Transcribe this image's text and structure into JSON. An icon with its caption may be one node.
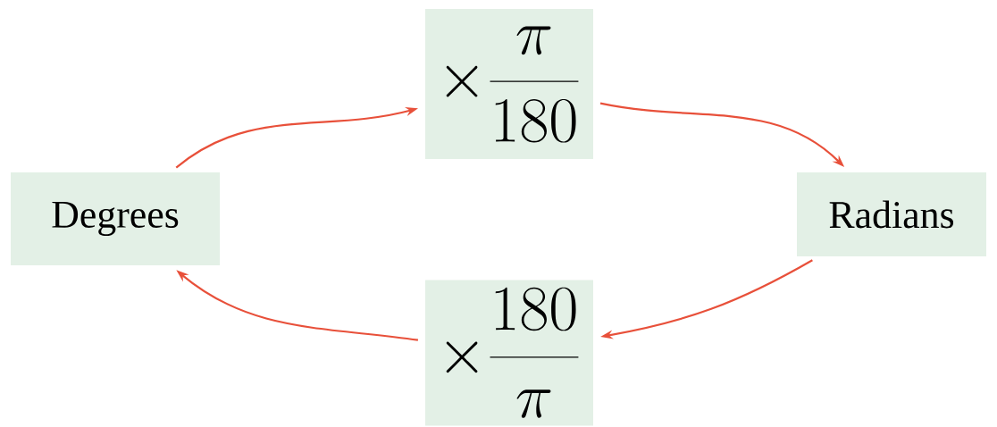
{
  "diagram": {
    "nodes": [
      {
        "text": [
          "Degrees"
        ]
      },
      {
        "text": [
          "\\times\\frac{\\pi}{180}"
        ]
      },
      {
        "text": [
          "Radians"
        ]
      },
      {
        "text": [
          "\\times\\frac{180}{\\pi}"
        ]
      }
    ],
    "edges": [
      {
        "from": 0,
        "to": 1,
        "arrow": "to"
      },
      {
        "from": 1,
        "to": 2,
        "arrow": "to"
      },
      {
        "from": 2,
        "to": 3,
        "arrow": "to"
      },
      {
        "from": 3,
        "to": 0,
        "arrow": "to"
      }
    ]
  }
}
